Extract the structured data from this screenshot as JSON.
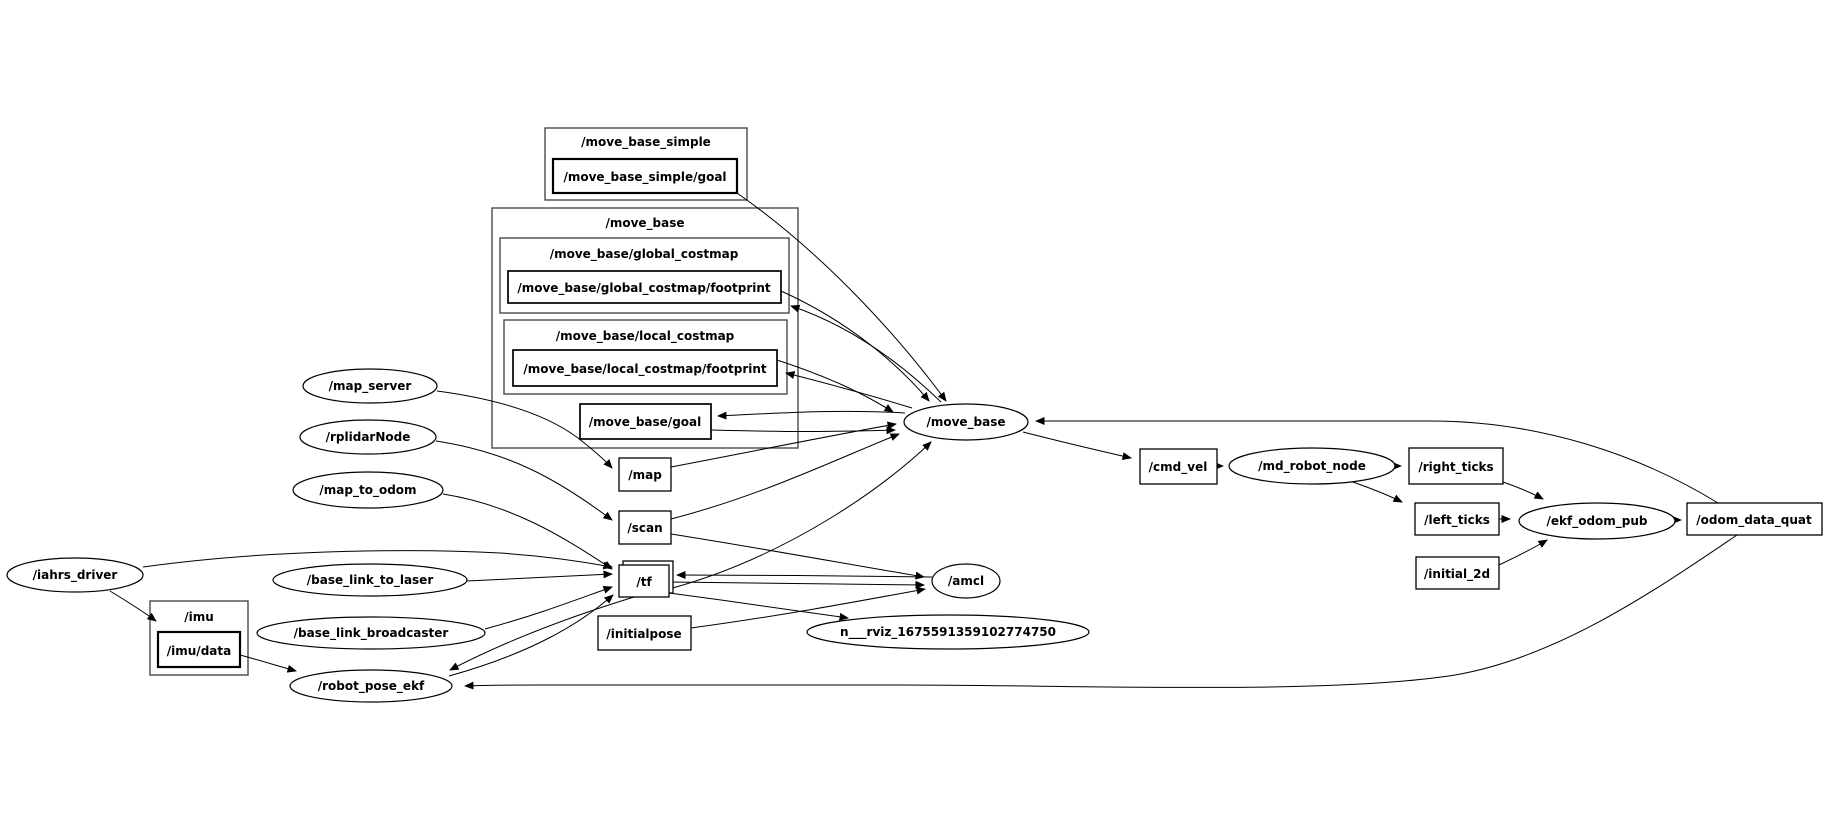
{
  "graph": {
    "containers": {
      "move_base_simple": {
        "label": "/move_base_simple"
      },
      "move_base_ns": {
        "label": "/move_base"
      },
      "global_costmap": {
        "label": "/move_base/global_costmap"
      },
      "local_costmap": {
        "label": "/move_base/local_costmap"
      },
      "imu": {
        "label": "/imu"
      }
    },
    "topics": {
      "goal_simple": "/move_base_simple/goal",
      "global_footprint": "/move_base/global_costmap/footprint",
      "local_footprint": "/move_base/local_costmap/footprint",
      "mb_goal": "/move_base/goal",
      "map": "/map",
      "scan": "/scan",
      "tf": "/tf",
      "initialpose": "/initialpose",
      "imu_data": "/imu/data",
      "cmd_vel": "/cmd_vel",
      "right_ticks": "/right_ticks",
      "left_ticks": "/left_ticks",
      "initial_2d": "/initial_2d",
      "odom_data_quat": "/odom_data_quat"
    },
    "nodes": {
      "map_server": "/map_server",
      "rplidarNode": "/rplidarNode",
      "map_to_odom": "/map_to_odom",
      "iahrs_driver": "/iahrs_driver",
      "base_link_to_laser": "/base_link_to_laser",
      "base_link_broadcaster": "/base_link_broadcaster",
      "robot_pose_ekf": "/robot_pose_ekf",
      "move_base": "/move_base",
      "amcl": "/amcl",
      "rviz": "n___rviz_1675591359102774750",
      "md_robot_node": "/md_robot_node",
      "ekf_odom_pub": "/ekf_odom_pub"
    },
    "edges": [
      {
        "from": "/move_base_simple/goal",
        "to": "/move_base"
      },
      {
        "from": "/move_base",
        "to": "/move_base/goal"
      },
      {
        "from": "/move_base/goal",
        "to": "/move_base"
      },
      {
        "from": "/move_base",
        "to": "/move_base/global_costmap/footprint"
      },
      {
        "from": "/move_base/global_costmap/footprint",
        "to": "/move_base"
      },
      {
        "from": "/move_base",
        "to": "/move_base/local_costmap/footprint"
      },
      {
        "from": "/move_base/local_costmap/footprint",
        "to": "/move_base"
      },
      {
        "from": "/map_server",
        "to": "/map"
      },
      {
        "from": "/map",
        "to": "/move_base"
      },
      {
        "from": "/rplidarNode",
        "to": "/scan"
      },
      {
        "from": "/scan",
        "to": "/move_base"
      },
      {
        "from": "/scan",
        "to": "/amcl"
      },
      {
        "from": "/map_to_odom",
        "to": "/tf"
      },
      {
        "from": "/iahrs_driver",
        "to": "/tf"
      },
      {
        "from": "/base_link_to_laser",
        "to": "/tf"
      },
      {
        "from": "/base_link_broadcaster",
        "to": "/tf"
      },
      {
        "from": "/robot_pose_ekf",
        "to": "/tf"
      },
      {
        "from": "/tf",
        "to": "/move_base"
      },
      {
        "from": "/tf",
        "to": "/amcl"
      },
      {
        "from": "/amcl",
        "to": "/tf"
      },
      {
        "from": "/tf",
        "to": "n___rviz_1675591359102774750"
      },
      {
        "from": "/tf",
        "to": "/robot_pose_ekf"
      },
      {
        "from": "/initialpose",
        "to": "/amcl"
      },
      {
        "from": "/iahrs_driver",
        "to": "/imu/data"
      },
      {
        "from": "/imu/data",
        "to": "/robot_pose_ekf"
      },
      {
        "from": "/move_base",
        "to": "/cmd_vel"
      },
      {
        "from": "/cmd_vel",
        "to": "/md_robot_node"
      },
      {
        "from": "/md_robot_node",
        "to": "/right_ticks"
      },
      {
        "from": "/md_robot_node",
        "to": "/left_ticks"
      },
      {
        "from": "/right_ticks",
        "to": "/ekf_odom_pub"
      },
      {
        "from": "/left_ticks",
        "to": "/ekf_odom_pub"
      },
      {
        "from": "/initial_2d",
        "to": "/ekf_odom_pub"
      },
      {
        "from": "/ekf_odom_pub",
        "to": "/odom_data_quat"
      },
      {
        "from": "/odom_data_quat",
        "to": "/move_base"
      },
      {
        "from": "/odom_data_quat",
        "to": "/robot_pose_ekf"
      }
    ],
    "colors": {
      "background": "#ffffff",
      "stroke": "#000000"
    }
  }
}
